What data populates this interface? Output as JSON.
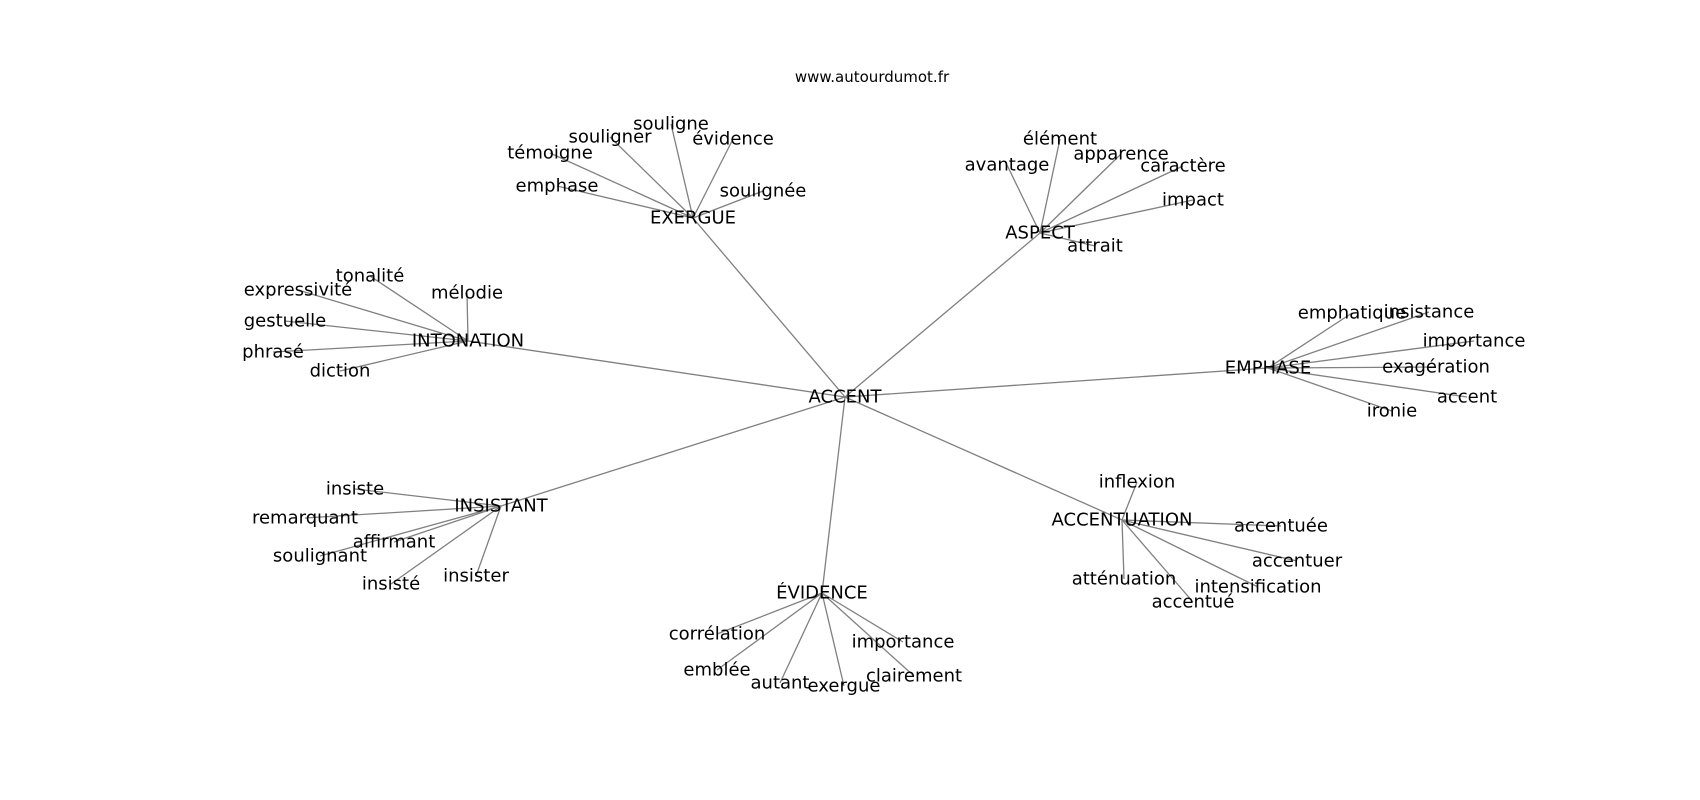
{
  "source": "www.autourdumot.fr",
  "graph": {
    "root": "ACCENT",
    "groups": [
      {
        "label": "EXERGUE",
        "words": [
          "soulignée",
          "évidence",
          "souligne",
          "souligner",
          "témoigne",
          "emphase"
        ]
      },
      {
        "label": "ASPECT",
        "words": [
          "élément",
          "apparence",
          "avantage",
          "caractère",
          "impact",
          "attrait"
        ]
      },
      {
        "label": "INTONATION",
        "words": [
          "tonalité",
          "mélodie",
          "expressivité",
          "gestuelle",
          "phrasé",
          "diction"
        ]
      },
      {
        "label": "EMPHASE",
        "words": [
          "emphatique",
          "insistance",
          "importance",
          "exagération",
          "accent",
          "ironie"
        ]
      },
      {
        "label": "INSISTANT",
        "words": [
          "insiste",
          "remarquant",
          "affirmant",
          "soulignant",
          "insisté",
          "insister"
        ]
      },
      {
        "label": "ACCENTUATION",
        "words": [
          "inflexion",
          "accentuée",
          "accentuer",
          "intensification",
          "accentué",
          "atténuation"
        ]
      },
      {
        "label": "ÉVIDENCE",
        "words": [
          "corrélation",
          "emblée",
          "autant",
          "exergue",
          "clairement",
          "importance"
        ]
      }
    ]
  }
}
